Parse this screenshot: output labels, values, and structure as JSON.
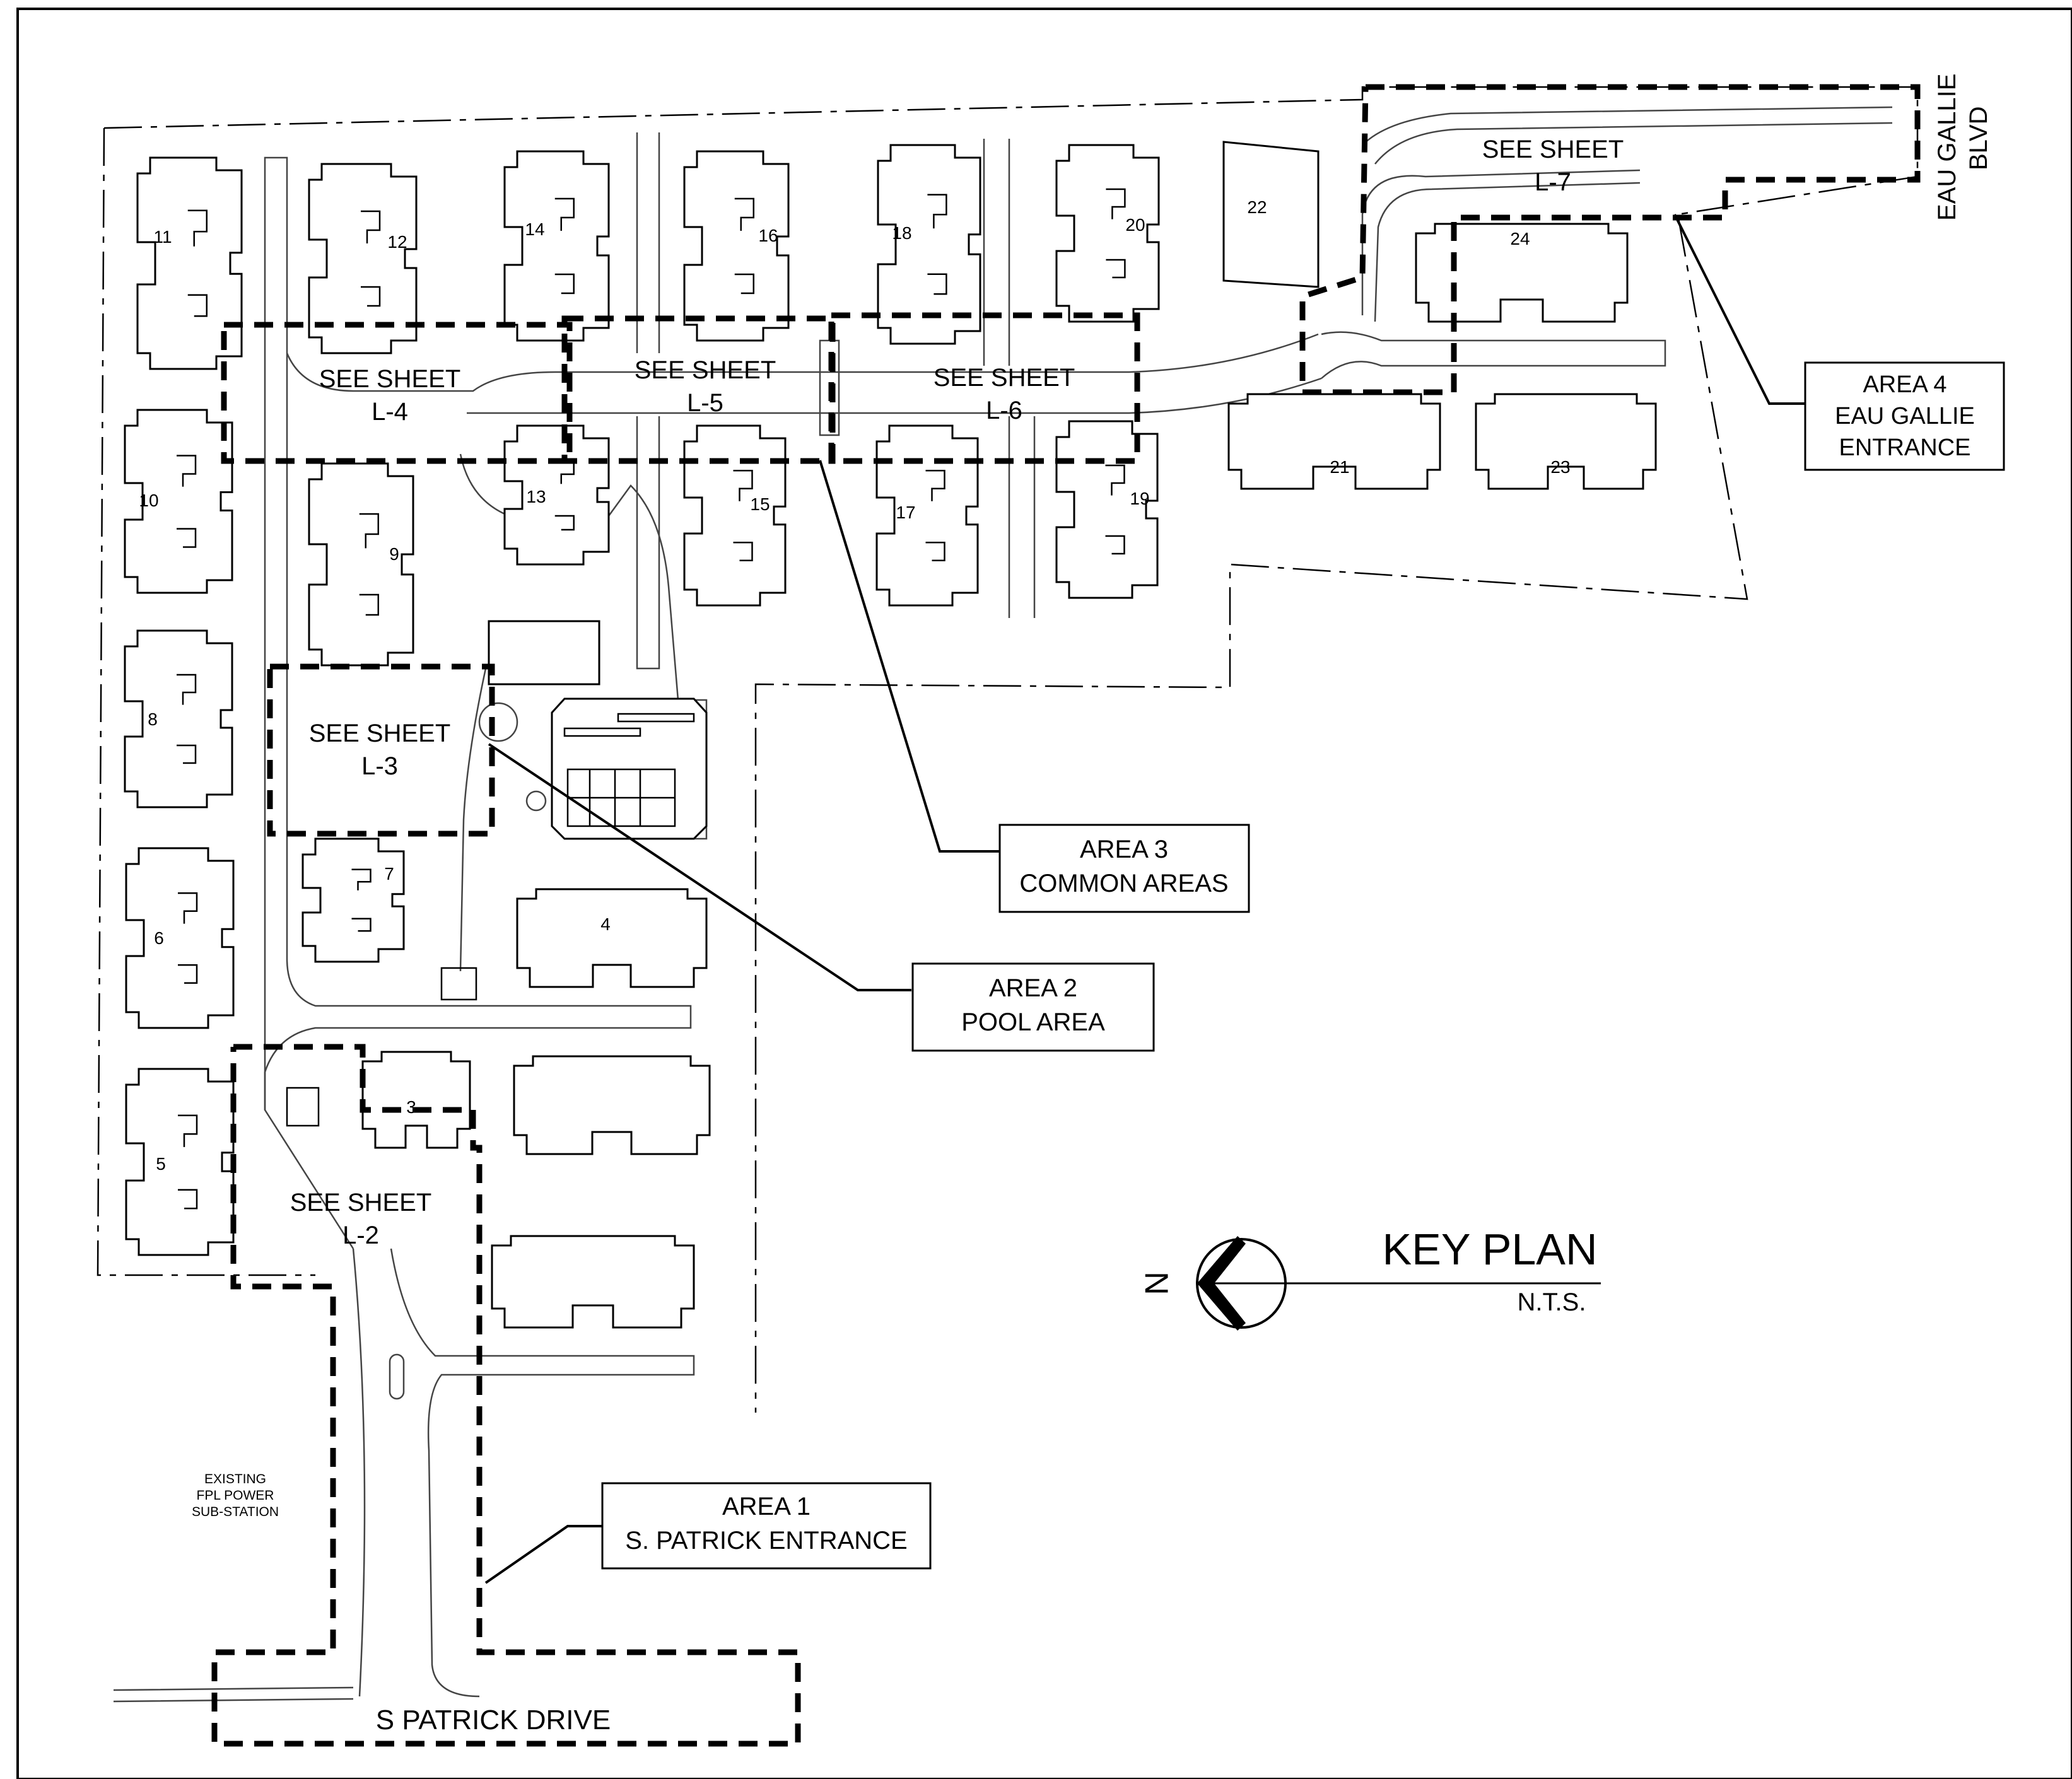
{
  "title": {
    "main": "KEY PLAN",
    "scale": "N.T.S."
  },
  "north_arrow": {
    "letter": "N",
    "icon": "north-arrow-icon"
  },
  "streets": {
    "s_patrick": "S PATRICK DRIVE",
    "eau_gallie_line1": "EAU GALLIE",
    "eau_gallie_line2": "BLVD"
  },
  "see_sheets": [
    {
      "line1": "SEE SHEET",
      "line2": "L-2"
    },
    {
      "line1": "SEE SHEET",
      "line2": "L-3"
    },
    {
      "line1": "SEE SHEET",
      "line2": "L-4"
    },
    {
      "line1": "SEE SHEET",
      "line2": "L-5"
    },
    {
      "line1": "SEE SHEET",
      "line2": "L-6"
    },
    {
      "line1": "SEE SHEET",
      "line2": "L-7"
    }
  ],
  "areas": [
    {
      "line1": "AREA 1",
      "line2": "S. PATRICK ENTRANCE"
    },
    {
      "line1": "AREA 2",
      "line2": "POOL AREA"
    },
    {
      "line1": "AREA 3",
      "line2": "COMMON AREAS"
    },
    {
      "line1": "AREA 4",
      "line2": "EAU GALLIE",
      "line3": "ENTRANCE"
    }
  ],
  "substation": {
    "line1": "EXISTING",
    "line2": "FPL POWER",
    "line3": "SUB-STATION"
  },
  "buildings": [
    "3",
    "4",
    "5",
    "6",
    "7",
    "8",
    "9",
    "10",
    "11",
    "12",
    "13",
    "14",
    "15",
    "16",
    "17",
    "18",
    "19",
    "20",
    "21",
    "22",
    "23",
    "24"
  ]
}
